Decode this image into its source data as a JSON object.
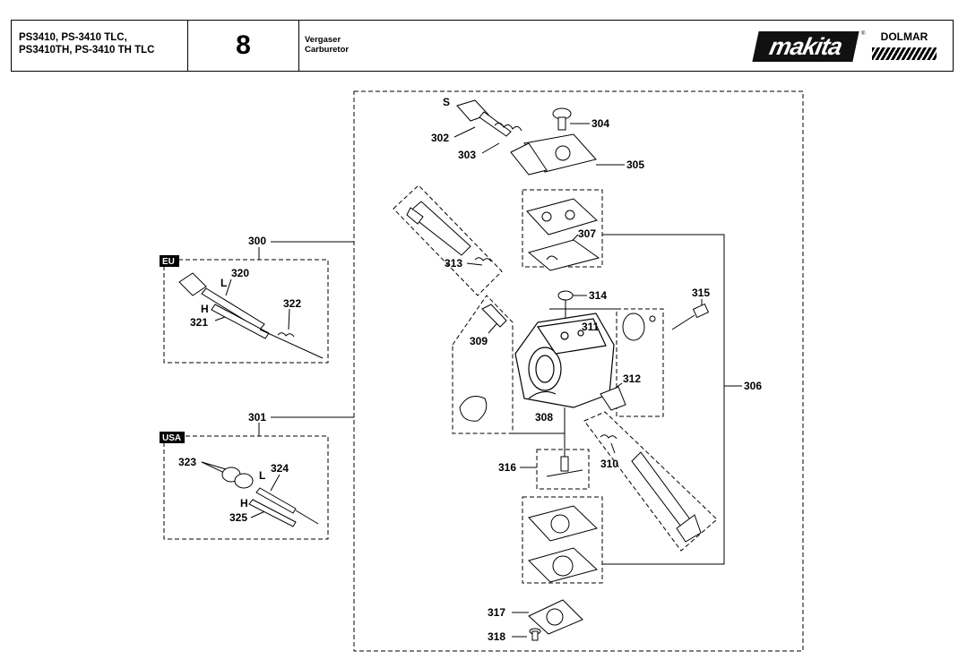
{
  "header": {
    "model_line1": "PS3410, PS-3410 TLC,",
    "model_line2": "PS3410TH, PS-3410 TH TLC",
    "page_number": "8",
    "desc_de": "Vergaser",
    "desc_en": "Carburetor",
    "brand1": "makita",
    "brand1_mark": "®",
    "brand2": "DOLMAR"
  },
  "regions": {
    "eu": "EU",
    "usa": "USA"
  },
  "labels": {
    "s": "S",
    "eu_L": "L",
    "eu_H": "H",
    "usa_L": "L",
    "usa_H": "H",
    "p300": "300",
    "p301": "301",
    "p302": "302",
    "p303": "303",
    "p304": "304",
    "p305": "305",
    "p306": "306",
    "p307": "307",
    "p308": "308",
    "p309": "309",
    "p310": "310",
    "p311": "311",
    "p312": "312",
    "p313": "313",
    "p314": "314",
    "p315": "315",
    "p316": "316",
    "p317": "317",
    "p318": "318",
    "p320": "320",
    "p321": "321",
    "p322": "322",
    "p323": "323",
    "p324": "324",
    "p325": "325"
  }
}
